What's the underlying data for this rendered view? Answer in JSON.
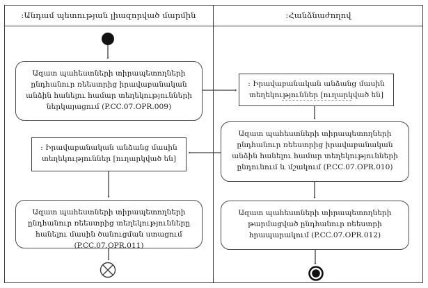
{
  "diagram": {
    "type": "uml-activity-diagram",
    "lanes": [
      {
        "title": ":Անդամ պետության լիազորված մարմին"
      },
      {
        "title": ":Հանձնաժողով"
      }
    ],
    "nodes": {
      "opr009": {
        "label": "Ազատ պահեստների տիրապետողների ընդհանուր ռեեստրից իրավաբանական անձին հանելու համար տեղեկությունների ներկայացում (P.CC.07.OPR.009)",
        "lane": "member-state",
        "kind": "activity"
      },
      "object_info_sent_commission": {
        "label": ": Իրավաբանական անձանց մասին տեղեկություններ [ուղարկված են]",
        "lane": "commission",
        "kind": "object-node"
      },
      "opr010": {
        "label": "Ազատ պահեստների տիրապետողների ընդհանուր ռեեստրից իրավաբանական անձին հանելու համար տեղեկությունների ընդունում և մշակում (P.CC.07.OPR.010)",
        "lane": "commission",
        "kind": "activity"
      },
      "object_info_sent_member": {
        "label": ": Իրավաբանական անձանց մասին տեղեկություններ [ուղարկված են]",
        "lane": "member-state",
        "kind": "object-node"
      },
      "opr011": {
        "label": "Ազատ պահեստների տիրապետողների ընդհանուր ռեեստրից տեղեկությունները հանելու մասին ծանուցման ստացում (P.CC.07.OPR.011)",
        "lane": "member-state",
        "kind": "activity"
      },
      "opr012": {
        "label": "Ազատ պահեստների տիրապետողների թարմացված ընդհանուր ռեեստրի հրապարակում (P.CC.07.OPR.012)",
        "lane": "commission",
        "kind": "activity"
      }
    },
    "terminals": {
      "start": "initial-node",
      "left_end": "flow-final-node",
      "right_end": "activity-final-node"
    },
    "colors": {
      "line": "#3d3d3d",
      "activity_border": "#4a4a4a",
      "fill": "#ffffff",
      "text": "#1c1c1c"
    }
  }
}
